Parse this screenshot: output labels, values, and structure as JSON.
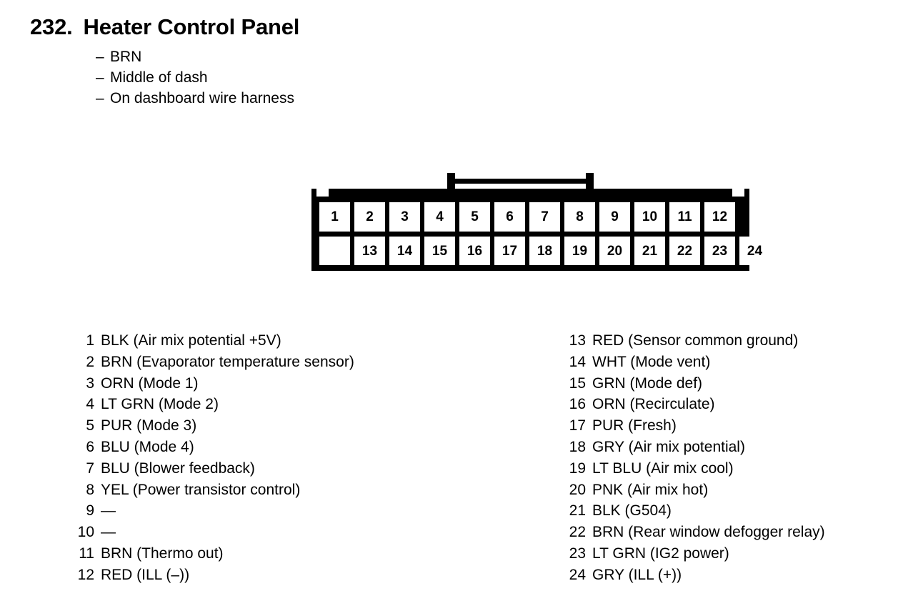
{
  "header": {
    "entry_number": "232.",
    "title": "Heater Control Panel",
    "bullet_marker": "–",
    "details": [
      "BRN",
      "Middle of dash",
      "On dashboard wire harness"
    ]
  },
  "connector": {
    "top_row": [
      "1",
      "2",
      "3",
      "4",
      "5",
      "6",
      "7",
      "8",
      "9",
      "10",
      "11",
      "12"
    ],
    "bottom_row": [
      "13",
      "14",
      "15",
      "16",
      "17",
      "18",
      "19",
      "20",
      "21",
      "22",
      "23",
      "24"
    ]
  },
  "legend": {
    "left": [
      {
        "pin": "1",
        "desc": "BLK (Air mix potential +5V)"
      },
      {
        "pin": "2",
        "desc": "BRN (Evaporator temperature sensor)"
      },
      {
        "pin": "3",
        "desc": "ORN (Mode 1)"
      },
      {
        "pin": "4",
        "desc": "LT GRN (Mode 2)"
      },
      {
        "pin": "5",
        "desc": "PUR (Mode 3)"
      },
      {
        "pin": "6",
        "desc": "BLU (Mode 4)"
      },
      {
        "pin": "7",
        "desc": "BLU (Blower feedback)"
      },
      {
        "pin": "8",
        "desc": "YEL (Power transistor control)"
      },
      {
        "pin": "9",
        "desc": "—"
      },
      {
        "pin": "10",
        "desc": "—"
      },
      {
        "pin": "11",
        "desc": "BRN (Thermo out)"
      },
      {
        "pin": "12",
        "desc": "RED (ILL (–))"
      }
    ],
    "right": [
      {
        "pin": "13",
        "desc": "RED (Sensor common ground)"
      },
      {
        "pin": "14",
        "desc": "WHT (Mode vent)"
      },
      {
        "pin": "15",
        "desc": "GRN (Mode def)"
      },
      {
        "pin": "16",
        "desc": "ORN (Recirculate)"
      },
      {
        "pin": "17",
        "desc": "PUR (Fresh)"
      },
      {
        "pin": "18",
        "desc": "GRY (Air mix potential)"
      },
      {
        "pin": "19",
        "desc": "LT BLU (Air mix cool)"
      },
      {
        "pin": "20",
        "desc": "PNK (Air mix hot)"
      },
      {
        "pin": "21",
        "desc": "BLK (G504)"
      },
      {
        "pin": "22",
        "desc": "BRN (Rear window defogger relay)"
      },
      {
        "pin": "23",
        "desc": "LT GRN (IG2 power)"
      },
      {
        "pin": "24",
        "desc": "GRY (ILL (+))"
      }
    ]
  },
  "colors": {
    "ink": "#000000",
    "background": "#ffffff"
  }
}
